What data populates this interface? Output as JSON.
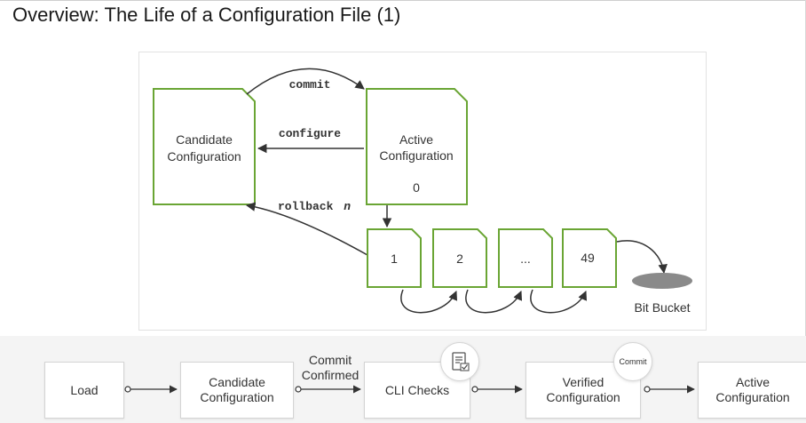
{
  "title": "Overview: The Life of a Configuration File (1)",
  "diagram": {
    "candidate": [
      "Candidate",
      "Configuration"
    ],
    "active": [
      "Active",
      "Configuration"
    ],
    "active_index": "0",
    "commands": {
      "commit": "commit",
      "configure": "configure",
      "rollback": "rollback",
      "rollback_arg": "n"
    },
    "rollback_files": [
      "1",
      "2",
      "...",
      "49"
    ],
    "bit_bucket": "Bit Bucket"
  },
  "workflow": {
    "steps": [
      "Load",
      "Candidate Configuration",
      "CLI Checks",
      "Verified Configuration",
      "Active Configuration"
    ],
    "step_lines": {
      "candidate": [
        "Candidate",
        "Configuration"
      ],
      "verified": [
        "Verified",
        "Configuration"
      ],
      "active": [
        "Active",
        "Configuration"
      ]
    },
    "commit_confirmed": [
      "Commit",
      "Confirmed"
    ],
    "commit_badge": "Commit",
    "icons": [
      "checklist-icon"
    ]
  }
}
